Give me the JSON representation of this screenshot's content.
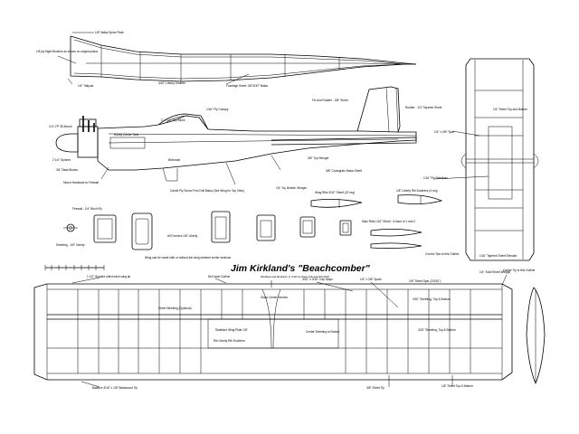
{
  "drawing": {
    "title": "Jim Kirkland's \"Beachcomber\"",
    "subtitle": "Modified and Redrawn in CAD by Dave Kilmock 8/1/2007",
    "labels": {
      "spine": "1/8\" Balsa Spine Plate",
      "flight_box": "1/8 ply flight Brushes as shown on original plans",
      "fuse_sides": "3/32\" Liberty Doubler",
      "fuse_sheet": "Fuselage Sheet 1/8\"/3/32\" Balsa",
      "tail_post": "1/4\" Tailpost",
      "fin": "Fin and Rudder - 3/8\" Sheet",
      "rudder": "Rudder - 1/4\" Tapered Sheet",
      "canopy": "1/16\" Ply Canopy",
      "top_block": "1\" x 1/4\" Top Block",
      "fuel_tank": "Hobby Center Tank",
      "engine": "O.S. FP 35 Mount",
      "spinner": "2 1/4\" Spinner",
      "motor_mount": "3/4\" Bass Blocks",
      "mount_gusset": "Mount Hardware to Firewall",
      "bellcrank": "Bellcrank",
      "ply_top_view": "Camel Ply Screw Firm Drill Balsa (See Wing for Top View)",
      "tail_stringers": "3/8\" Top Stringer",
      "fuse_scrap": "3/8\" Crossgrain Balsa Sheet",
      "bottom_stringer": "1/4\" Sq. Bottom Stringer",
      "stab_sheet": "1/4\" Sheet Top and Bottom",
      "stab_block": "1/4\" x 3/8\" Spar",
      "elevator": "1/16\" Tapered Sheet Elevator",
      "stab_pivot": "1/16\" Ply Stabilizer",
      "control_horn": "Control Tips to this Outline",
      "firewall": "Firewall - 1/4\" Birch Ply",
      "sheeting": "Sheeting - 1/8\" Liberty",
      "bulkheads": "All Formers 1/8\" Liberty",
      "wing_ribs": "Wing Ribs 3/32\" Sheet (22 req)",
      "tip_ribs": "1/8\" Liberty Rib Doublers (4 req)",
      "main_ribs": "Main Ribs 1/16\" Sheet - 6 each of 1 and 2",
      "rib_note": "Wing can be made with or without the wing sheeted center sections",
      "le_sheet": "1 1/2\" Shaded rolled each wing tip",
      "wing_outline": "8b Dowel Outline",
      "center_section": "Glass Center Section",
      "spar": "3/32\" x 3/16\" Cap Strips",
      "le": "1/4\" x 3/8\" Spars",
      "te": "1/8\" Sheet Spar (2/3/32\")",
      "wing_tip": "1/4\" Solid Sheet Wingtip",
      "sheet_spar_wing": "3/32\" Sheeting, Top & Bottom",
      "lead_out": "Sheet Webbing (Optional)",
      "spar_plate": "Stabilizer Wing Plate 1/8\"",
      "rib_doubler": "Rib Liberty Rib Doublers",
      "center_sheet": "Center Sheeting at Sweep",
      "inner_spar": "3/32\" Sheeting, Top & Bottom",
      "tip_weight": "Carrier Tip to this Outline",
      "te_bottom": "Balance 3/16\" x 1/8\" Bassboard Tip",
      "te_sheet": "1/8\" Sheet Top & Bottom",
      "te_sheet2": "3/8\" Sheet Tip"
    }
  }
}
